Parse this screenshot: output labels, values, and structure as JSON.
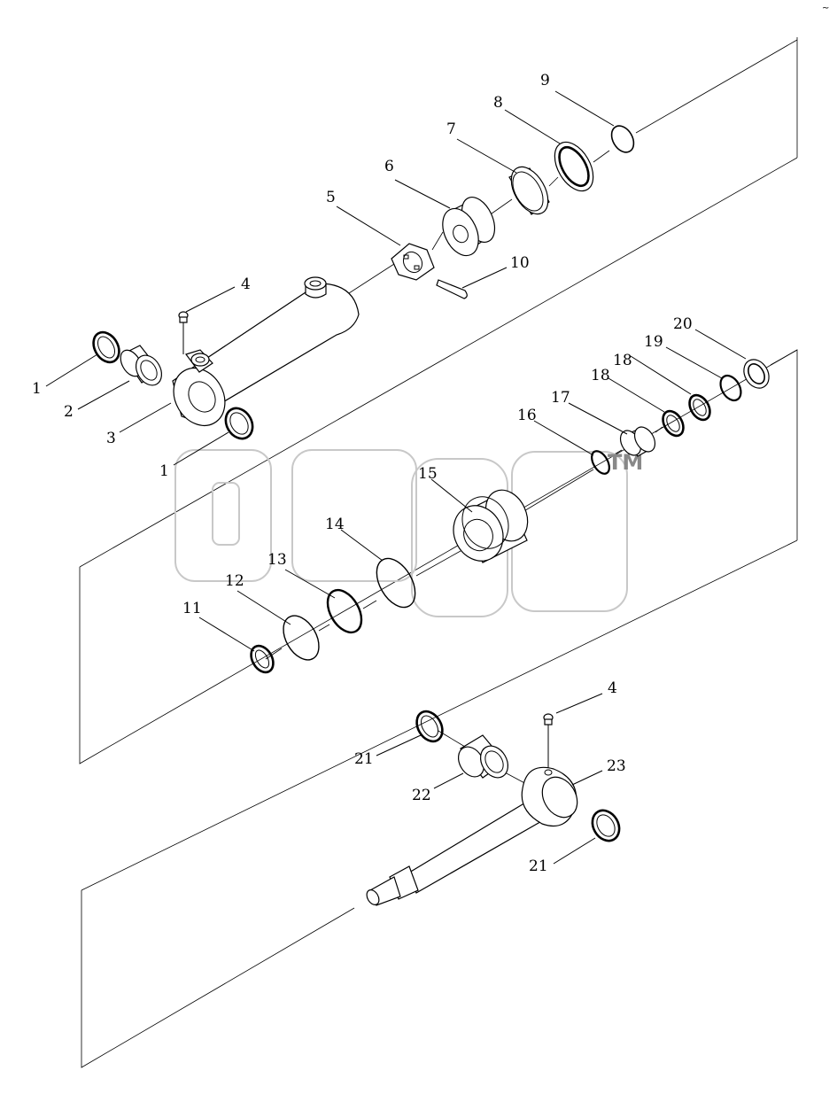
{
  "diagram": {
    "corner_mark": "~",
    "watermark": {
      "mark": "TM"
    },
    "callouts": {
      "c1a": "1",
      "c1b": "1",
      "c2": "2",
      "c3": "3",
      "c4a": "4",
      "c4b": "4",
      "c5": "5",
      "c6": "6",
      "c7": "7",
      "c8": "8",
      "c9": "9",
      "c10": "10",
      "c11": "11",
      "c12": "12",
      "c13": "13",
      "c14": "14",
      "c15": "15",
      "c16": "16",
      "c17": "17",
      "c18a": "18",
      "c18b": "18",
      "c19": "19",
      "c20": "20",
      "c21a": "21",
      "c21b": "21",
      "c22": "22",
      "c23": "23"
    }
  }
}
